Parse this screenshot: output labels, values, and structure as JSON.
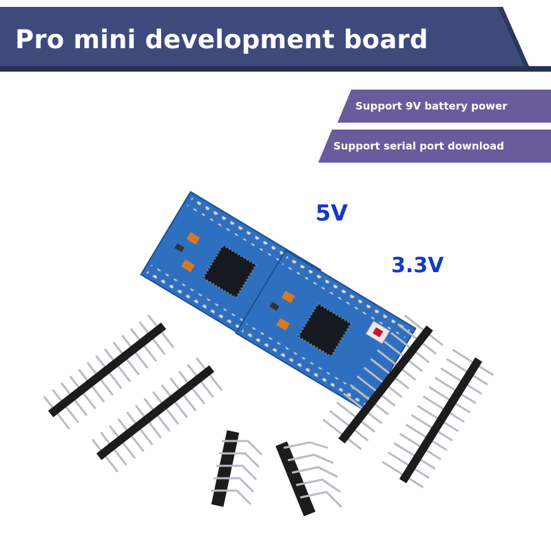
{
  "header": {
    "title": "Pro mini development board"
  },
  "features": [
    {
      "label": "Support 9V battery power"
    },
    {
      "label": "Support serial port download"
    }
  ],
  "boards": [
    {
      "voltage_label": "5V"
    },
    {
      "voltage_label": "3.3V"
    }
  ],
  "colors": {
    "banner": "#3e4a7c",
    "banner_shadow": "#273154",
    "feature_tag": "#6a5c9c",
    "voltage_text": "#1239c6",
    "pcb": "#2e6fc0",
    "pin_header": "#1c1c1c",
    "pin_metal": "#b8bcc4"
  }
}
